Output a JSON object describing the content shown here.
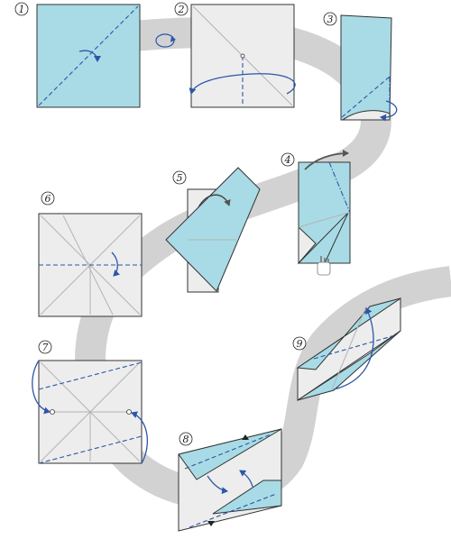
{
  "steps": [
    {
      "label": "1"
    },
    {
      "label": "2"
    },
    {
      "label": "3"
    },
    {
      "label": "4"
    },
    {
      "label": "5"
    },
    {
      "label": "6"
    },
    {
      "label": "7"
    },
    {
      "label": "8"
    },
    {
      "label": "9"
    }
  ],
  "colors": {
    "paper_front": "#a8dbe5",
    "paper_back": "#ededed",
    "fold_line": "#2c56a8",
    "path_band": "#d2d2d2"
  },
  "icons": {
    "flip": "flip-over-icon",
    "hand": "hand-press-icon"
  }
}
